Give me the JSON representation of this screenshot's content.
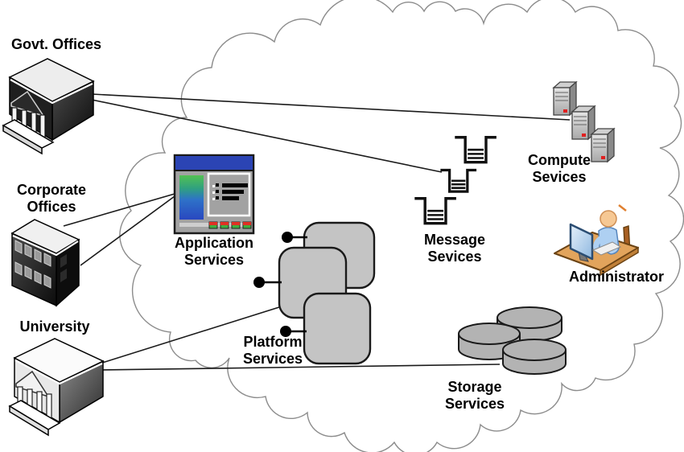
{
  "diagram": {
    "type": "cloud-architecture-diagram",
    "nodes": {
      "govt": {
        "label": "Govt. Offices"
      },
      "corporate": {
        "line1": "Corporate",
        "line2": "Offices"
      },
      "university": {
        "label": "University"
      },
      "application": {
        "line1": "Application",
        "line2": "Services"
      },
      "platform": {
        "line1": "Platform",
        "line2": "Services"
      },
      "message": {
        "line1": "Message",
        "line2": "Sevices"
      },
      "compute": {
        "line1": "Compute",
        "line2": "Sevices"
      },
      "storage": {
        "line1": "Storage",
        "line2": "Services"
      },
      "administrator": {
        "label": "Administrator"
      }
    },
    "connections": [
      {
        "from": "Govt. Offices",
        "to": "Compute Sevices"
      },
      {
        "from": "Govt. Offices",
        "to": "Message Sevices"
      },
      {
        "from": "Corporate Offices",
        "to": "Application Services"
      },
      {
        "from": "Corporate Offices",
        "to": "Application Services"
      },
      {
        "from": "University",
        "to": "Platform Services"
      },
      {
        "from": "University",
        "to": "Storage Services"
      }
    ],
    "icons": [
      "government-building-icon",
      "office-building-icon",
      "university-building-icon",
      "application-window-icon",
      "rounded-squares-icon",
      "message-queue-icon",
      "server-tower-icon",
      "database-cylinder-icon",
      "administrator-at-desk-icon",
      "cloud-boundary"
    ],
    "colors": {
      "cloud_outline": "#8c8c8c",
      "connection_line": "#1a1a1a",
      "platform_square_fill": "#c4c4c4",
      "storage_cylinder_fill": "#b3b3b3",
      "app_titlebar_blue": "#2b44b4",
      "app_button_red": "#e03024",
      "app_button_green": "#3fae3f",
      "desk_tan": "#e2a45c",
      "person_shirt_blue": "#aed0f2",
      "server_led_red": "#e02020"
    }
  }
}
